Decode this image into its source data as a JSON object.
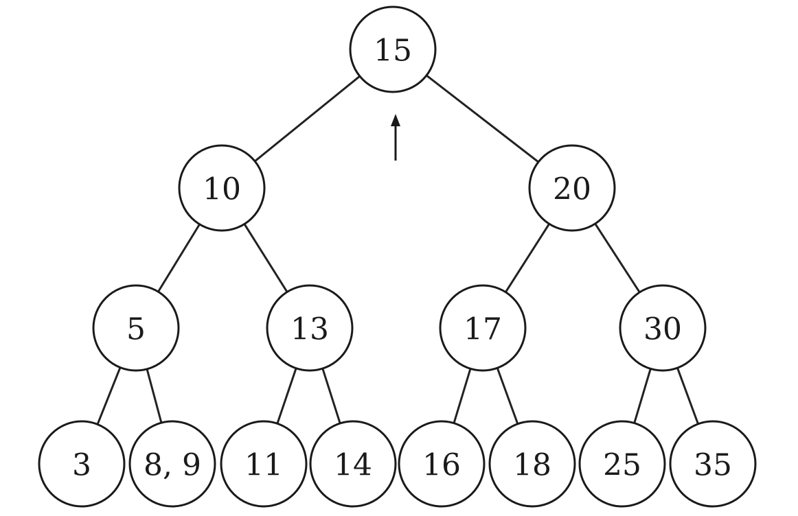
{
  "tree": {
    "nodes": [
      {
        "id": "n15",
        "label": "15"
      },
      {
        "id": "n10",
        "label": "10"
      },
      {
        "id": "n20",
        "label": "20"
      },
      {
        "id": "n5",
        "label": "5"
      },
      {
        "id": "n13",
        "label": "13"
      },
      {
        "id": "n17",
        "label": "17"
      },
      {
        "id": "n30",
        "label": "30"
      },
      {
        "id": "n3",
        "label": "3"
      },
      {
        "id": "n8-9",
        "label": "8, 9"
      },
      {
        "id": "n11",
        "label": "11"
      },
      {
        "id": "n14",
        "label": "14"
      },
      {
        "id": "n16",
        "label": "16"
      },
      {
        "id": "n18",
        "label": "18"
      },
      {
        "id": "n25",
        "label": "25"
      },
      {
        "id": "n35",
        "label": "35"
      }
    ],
    "edges": [
      [
        "n15",
        "n10"
      ],
      [
        "n15",
        "n20"
      ],
      [
        "n10",
        "n5"
      ],
      [
        "n10",
        "n13"
      ],
      [
        "n20",
        "n17"
      ],
      [
        "n20",
        "n30"
      ],
      [
        "n5",
        "n3"
      ],
      [
        "n5",
        "n8-9"
      ],
      [
        "n13",
        "n11"
      ],
      [
        "n13",
        "n14"
      ],
      [
        "n17",
        "n16"
      ],
      [
        "n17",
        "n18"
      ],
      [
        "n30",
        "n25"
      ],
      [
        "n30",
        "n35"
      ]
    ],
    "pointer_target": "n15"
  },
  "colors": {
    "stroke": "#1a1a1a",
    "background": "#ffffff"
  }
}
